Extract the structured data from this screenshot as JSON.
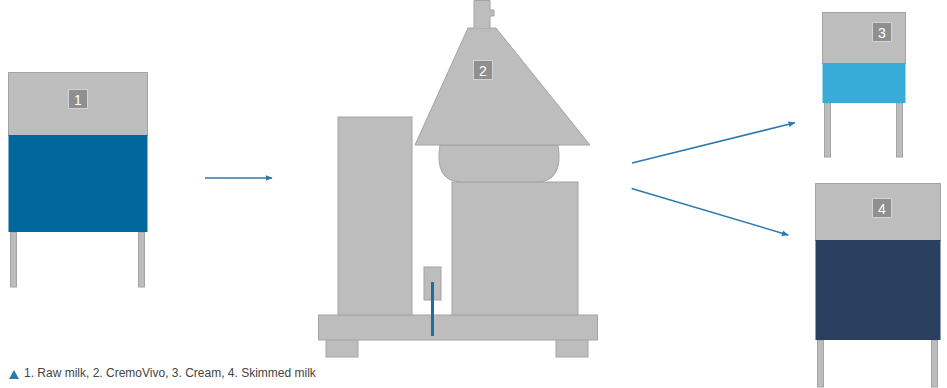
{
  "diagram": {
    "caption": "1. Raw milk, 2. CremoVivo, 3. Cream, 4. Skimmed milk",
    "nodes": [
      {
        "text": [
          "1"
        ]
      },
      {
        "text": [
          "2"
        ]
      },
      {
        "text": [
          "3"
        ]
      },
      {
        "text": [
          "4"
        ]
      }
    ],
    "edges": [
      {
        "from": 0,
        "to": 1,
        "arrow": "to"
      },
      {
        "from": 1,
        "to": 2,
        "arrow": "to"
      },
      {
        "from": 1,
        "to": 3,
        "arrow": "to"
      }
    ]
  }
}
